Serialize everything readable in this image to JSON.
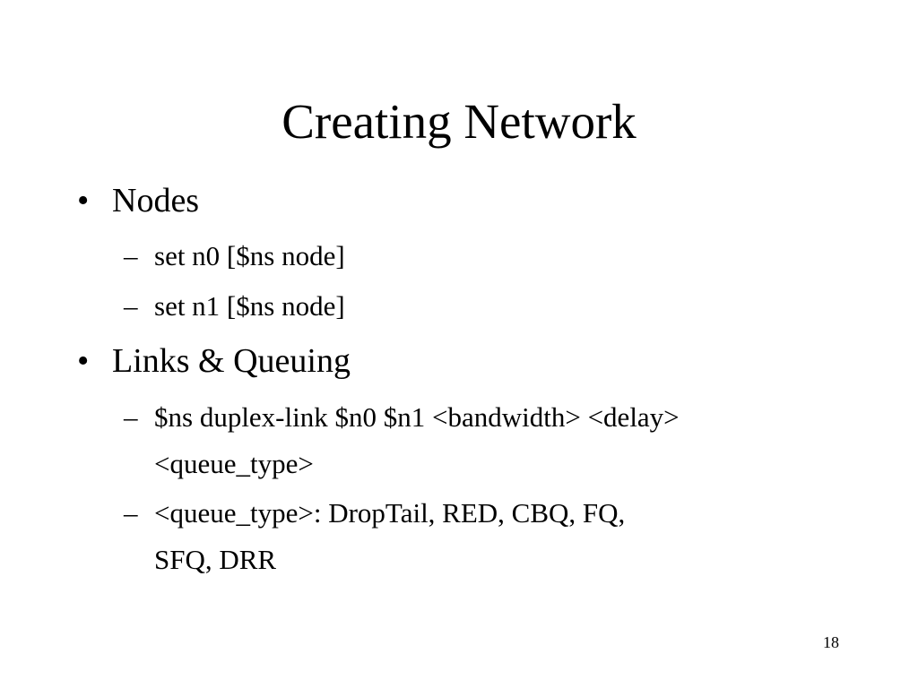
{
  "slide": {
    "title": "Creating Network",
    "page_number": "18",
    "bullet_marker": "•",
    "sub_marker": "–",
    "items": [
      {
        "text": "Nodes",
        "subitems": [
          "set n0 [$ns node]",
          "set n1 [$ns node]"
        ]
      },
      {
        "text": "Links & Queuing",
        "subitems": [
          "$ns duplex-link $n0 $n1 <bandwidth> <delay>\n<queue_type>",
          "<queue_type>: DropTail, RED, CBQ, FQ,\nSFQ, DRR"
        ]
      }
    ]
  }
}
